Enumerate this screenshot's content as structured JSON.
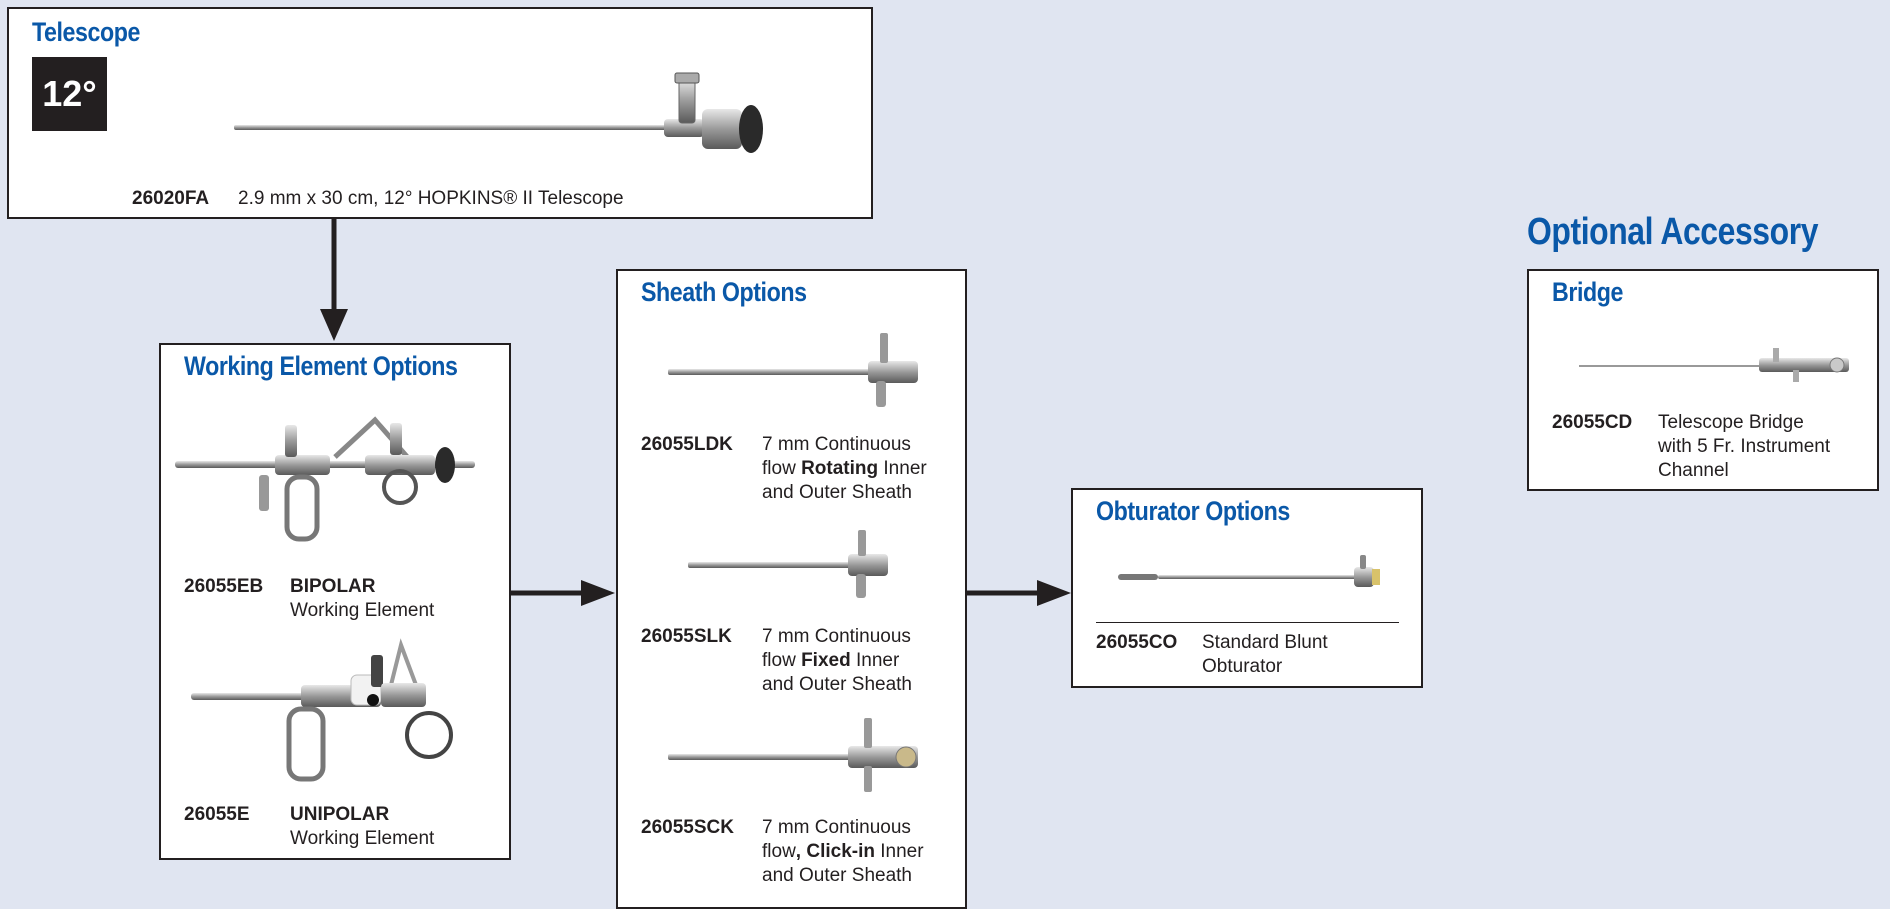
{
  "telescope": {
    "title": "Telescope",
    "angle_badge": "12°",
    "code": "26020FA",
    "description": "2.9 mm x 30 cm, 12° HOPKINS® II Telescope"
  },
  "working_element": {
    "title": "Working Element Options",
    "items": [
      {
        "code": "26055EB",
        "name": "BIPOLAR",
        "line2": "Working Element"
      },
      {
        "code": "26055E",
        "name": "UNIPOLAR",
        "line2": "Working Element"
      }
    ]
  },
  "sheath": {
    "title": "Sheath Options",
    "items": [
      {
        "code": "26055LDK",
        "l1": "7 mm Continuous",
        "l2a": "flow ",
        "l2b": "Rotating",
        "l2c": " Inner",
        "l3": "and Outer Sheath"
      },
      {
        "code": "26055SLK",
        "l1": "7 mm Continuous",
        "l2a": "flow ",
        "l2b": "Fixed",
        "l2c": " Inner",
        "l3": "and Outer Sheath"
      },
      {
        "code": "26055SCK",
        "l1": "7 mm Continuous",
        "l2a": "flow",
        "l2b": ", Click-in",
        "l2c": " Inner",
        "l3": "and Outer Sheath"
      }
    ]
  },
  "obturator": {
    "title": "Obturator Options",
    "code": "26055CO",
    "l1": "Standard Blunt",
    "l2": "Obturator"
  },
  "optional": {
    "heading": "Optional Accessory",
    "title": "Bridge",
    "code": "26055CD",
    "l1": "Telescope Bridge",
    "l2": "with 5 Fr. Instrument",
    "l3": "Channel"
  },
  "colors": {
    "background": "#e0e5f1",
    "title_blue": "#0a58a8",
    "border": "#231f20"
  },
  "icons": [
    "telescope-image",
    "bipolar-working-element-image",
    "unipolar-working-element-image",
    "sheath-rotating-image",
    "sheath-fixed-image",
    "sheath-click-in-image",
    "obturator-image",
    "bridge-image"
  ]
}
